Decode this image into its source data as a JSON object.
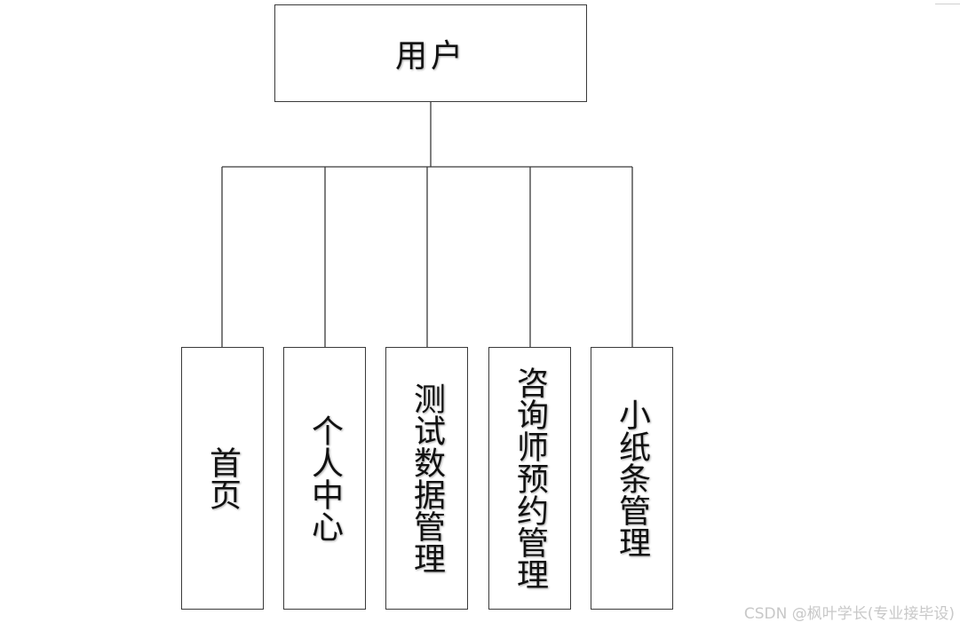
{
  "root": {
    "label": "用户"
  },
  "children": [
    {
      "label": "首页"
    },
    {
      "label": "个人中心"
    },
    {
      "label": "测试数据管理"
    },
    {
      "label": "咨询师预约管理"
    },
    {
      "label": "小纸条管理"
    }
  ],
  "watermark": "CSDN @枫叶学长(专业接毕设)"
}
